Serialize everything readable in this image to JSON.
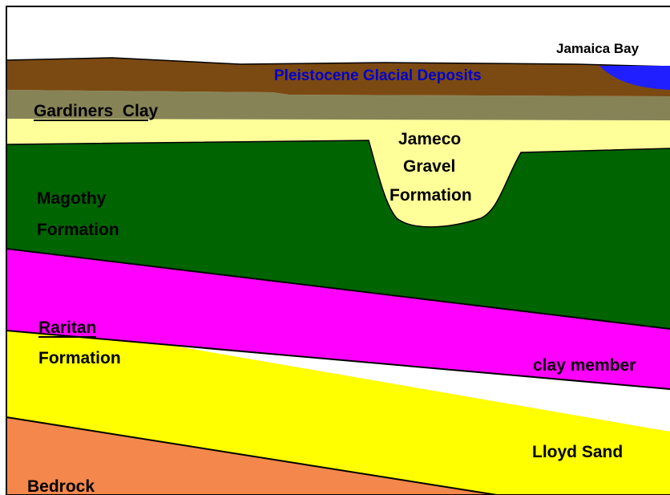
{
  "colors": {
    "background": "#ffffff",
    "border": "#000000",
    "pleistocene": "#7b4a12",
    "gardiners": "#868456",
    "jameco": "#ffff99",
    "magothy": "#006400",
    "clay_member": "#ff00ff",
    "lloyd": "#ffff00",
    "bedrock": "#f4874c",
    "jamaica_bay": "#1f1fff"
  },
  "labels": {
    "jamaica_bay": "Jamaica Bay",
    "pleistocene": "Pleistocene Glacial Deposits",
    "gardiners": "Gardiners  Clay",
    "jameco_line1": "Jameco",
    "jameco_line2": "Gravel",
    "jameco_line3": "Formation",
    "magothy_line1": "Magothy",
    "magothy_line2": "Formation",
    "raritan_line1": "Raritan",
    "raritan_line2": "Formation",
    "clay_member": "clay member",
    "lloyd": "Lloyd Sand",
    "bedrock": "Bedrock"
  }
}
